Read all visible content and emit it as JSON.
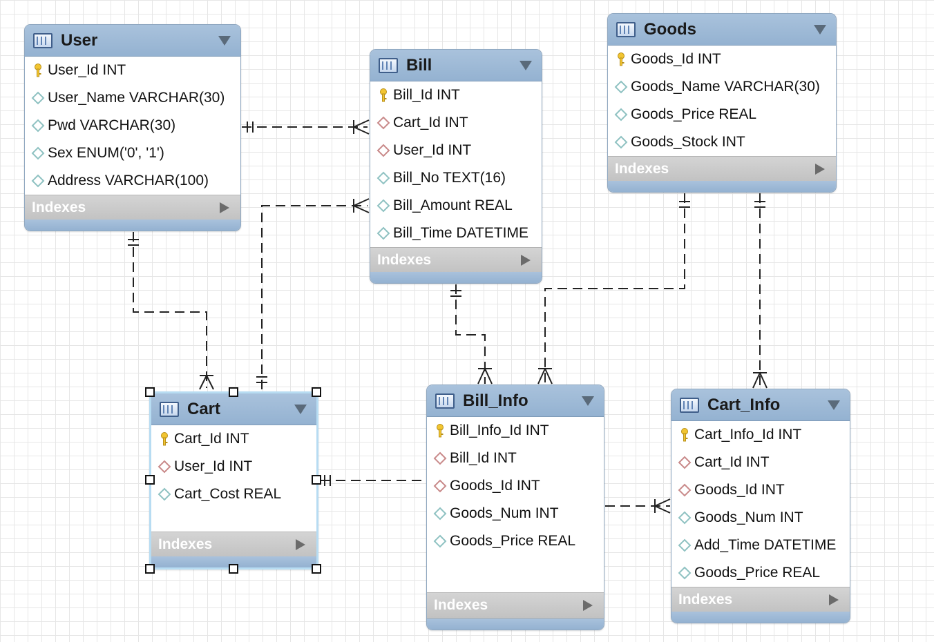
{
  "tables": {
    "user": {
      "name": "User",
      "columns": [
        {
          "text": "User_Id INT",
          "kind": "pk"
        },
        {
          "text": "User_Name VARCHAR(30)",
          "kind": "col"
        },
        {
          "text": "Pwd VARCHAR(30)",
          "kind": "col"
        },
        {
          "text": "Sex ENUM('0', '1')",
          "kind": "col"
        },
        {
          "text": "Address VARCHAR(100)",
          "kind": "col"
        }
      ],
      "indexes_label": "Indexes"
    },
    "bill": {
      "name": "Bill",
      "columns": [
        {
          "text": "Bill_Id INT",
          "kind": "pk"
        },
        {
          "text": "Cart_Id INT",
          "kind": "fk"
        },
        {
          "text": "User_Id INT",
          "kind": "fk"
        },
        {
          "text": "Bill_No TEXT(16)",
          "kind": "col"
        },
        {
          "text": "Bill_Amount REAL",
          "kind": "col"
        },
        {
          "text": "Bill_Time DATETIME",
          "kind": "col"
        }
      ],
      "indexes_label": "Indexes"
    },
    "goods": {
      "name": "Goods",
      "columns": [
        {
          "text": "Goods_Id INT",
          "kind": "pk"
        },
        {
          "text": "Goods_Name VARCHAR(30)",
          "kind": "col"
        },
        {
          "text": "Goods_Price REAL",
          "kind": "col"
        },
        {
          "text": "Goods_Stock INT",
          "kind": "col"
        }
      ],
      "indexes_label": "Indexes"
    },
    "cart": {
      "name": "Cart",
      "columns": [
        {
          "text": "Cart_Id INT",
          "kind": "pk"
        },
        {
          "text": "User_Id INT",
          "kind": "fk"
        },
        {
          "text": "Cart_Cost REAL",
          "kind": "col"
        }
      ],
      "indexes_label": "Indexes"
    },
    "bill_info": {
      "name": "Bill_Info",
      "columns": [
        {
          "text": "Bill_Info_Id INT",
          "kind": "pk"
        },
        {
          "text": "Bill_Id INT",
          "kind": "fk"
        },
        {
          "text": "Goods_Id INT",
          "kind": "fk"
        },
        {
          "text": "Goods_Num INT",
          "kind": "col"
        },
        {
          "text": "Goods_Price REAL",
          "kind": "col"
        }
      ],
      "indexes_label": "Indexes"
    },
    "cart_info": {
      "name": "Cart_Info",
      "columns": [
        {
          "text": "Cart_Info_Id INT",
          "kind": "pk"
        },
        {
          "text": "Cart_Id INT",
          "kind": "fk"
        },
        {
          "text": "Goods_Id INT",
          "kind": "fk"
        },
        {
          "text": "Goods_Num INT",
          "kind": "col"
        },
        {
          "text": "Add_Time DATETIME",
          "kind": "col"
        },
        {
          "text": "Goods_Price REAL",
          "kind": "col"
        }
      ],
      "indexes_label": "Indexes"
    }
  },
  "relationships": [
    {
      "from": "User",
      "to": "Bill",
      "cardinality": "one-to-many"
    },
    {
      "from": "User",
      "to": "Cart",
      "cardinality": "one-to-many"
    },
    {
      "from": "Cart",
      "to": "Bill",
      "cardinality": "one-to-many"
    },
    {
      "from": "Bill",
      "to": "Bill_Info",
      "cardinality": "one-to-many"
    },
    {
      "from": "Goods",
      "to": "Bill_Info",
      "cardinality": "one-to-many"
    },
    {
      "from": "Goods",
      "to": "Cart_Info",
      "cardinality": "one-to-many"
    },
    {
      "from": "Cart",
      "to": "Bill_Info",
      "cardinality": "one-to-one"
    },
    {
      "from": "Bill_Info",
      "to": "Cart_Info",
      "cardinality": "one-to-many"
    }
  ],
  "selected_table": "Cart",
  "colors": {
    "header": "#a9c2dc",
    "indexes_bar": "#c8c8c8",
    "pk_icon": "#f2c531",
    "fk_icon": "#c98a8a",
    "col_icon": "#8fc2c2",
    "connector": "#222222",
    "selection_glow": "#b7dcf2"
  }
}
